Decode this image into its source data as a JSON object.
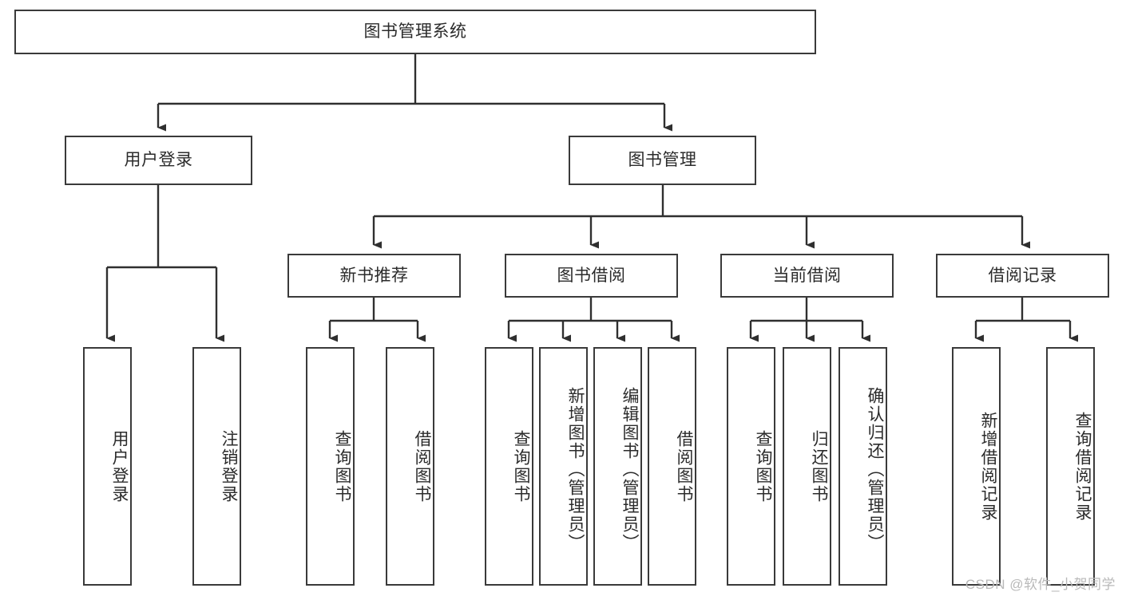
{
  "diagram": {
    "title": "图书管理系统",
    "type": "tree-hierarchy-chart",
    "colors": {
      "box_border": "#3a3a3a",
      "box_fill": "#ffffff",
      "edge": "#2f2f2f",
      "text": "#2b2b2b",
      "watermark": "#b9b9b9",
      "background": "#ffffff"
    },
    "root": {
      "label": "图书管理系统"
    },
    "level2": [
      {
        "label": "用户登录"
      },
      {
        "label": "图书管理"
      }
    ],
    "level3": [
      {
        "label": "新书推荐"
      },
      {
        "label": "图书借阅"
      },
      {
        "label": "当前借阅"
      },
      {
        "label": "借阅记录"
      }
    ],
    "leaves": {
      "user_login": [
        {
          "label": "用户登录"
        },
        {
          "label": "注销登录"
        }
      ],
      "new_book_recommend": [
        {
          "label": "查询图书"
        },
        {
          "label": "借阅图书"
        }
      ],
      "book_borrow": [
        {
          "label": "查询图书"
        },
        {
          "label": "新增图书（管理员）"
        },
        {
          "label": "编辑图书（管理员）"
        },
        {
          "label": "借阅图书"
        }
      ],
      "current_borrow": [
        {
          "label": "查询图书"
        },
        {
          "label": "归还图书"
        },
        {
          "label": "确认归还（管理员）"
        }
      ],
      "borrow_record": [
        {
          "label": "新增借阅记录"
        },
        {
          "label": "查询借阅记录"
        }
      ]
    },
    "watermark": "CSDN @软件_小贺同学"
  }
}
